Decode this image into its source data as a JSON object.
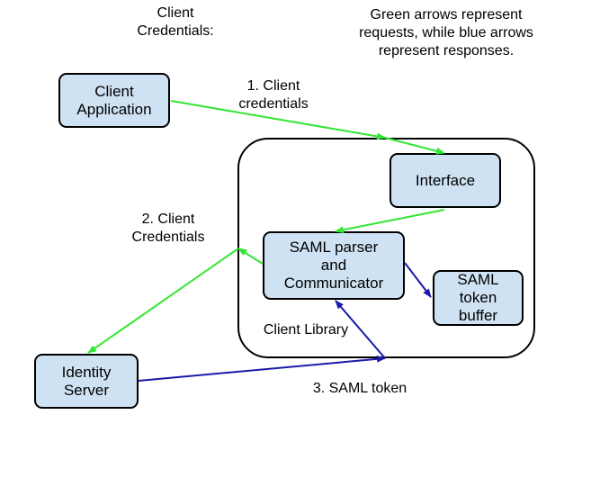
{
  "title": "Client\nCredentials:",
  "legend": "Green arrows represent\nrequests, while blue arrows\nrepresent responses.",
  "nodes": {
    "client_application": "Client\nApplication",
    "interface": "Interface",
    "saml_parser": "SAML parser\nand\nCommunicator",
    "saml_token_buffer": "SAML\ntoken\nbuffer",
    "identity_server": "Identity\nServer"
  },
  "container_label": "Client Library",
  "edges": {
    "step1": "1. Client\ncredentials",
    "step2": "2. Client\nCredentials",
    "step3": "3. SAML token"
  },
  "colors": {
    "request": "#33e633",
    "response": "#1a1aaa",
    "box_fill": "#cfe2f3"
  }
}
